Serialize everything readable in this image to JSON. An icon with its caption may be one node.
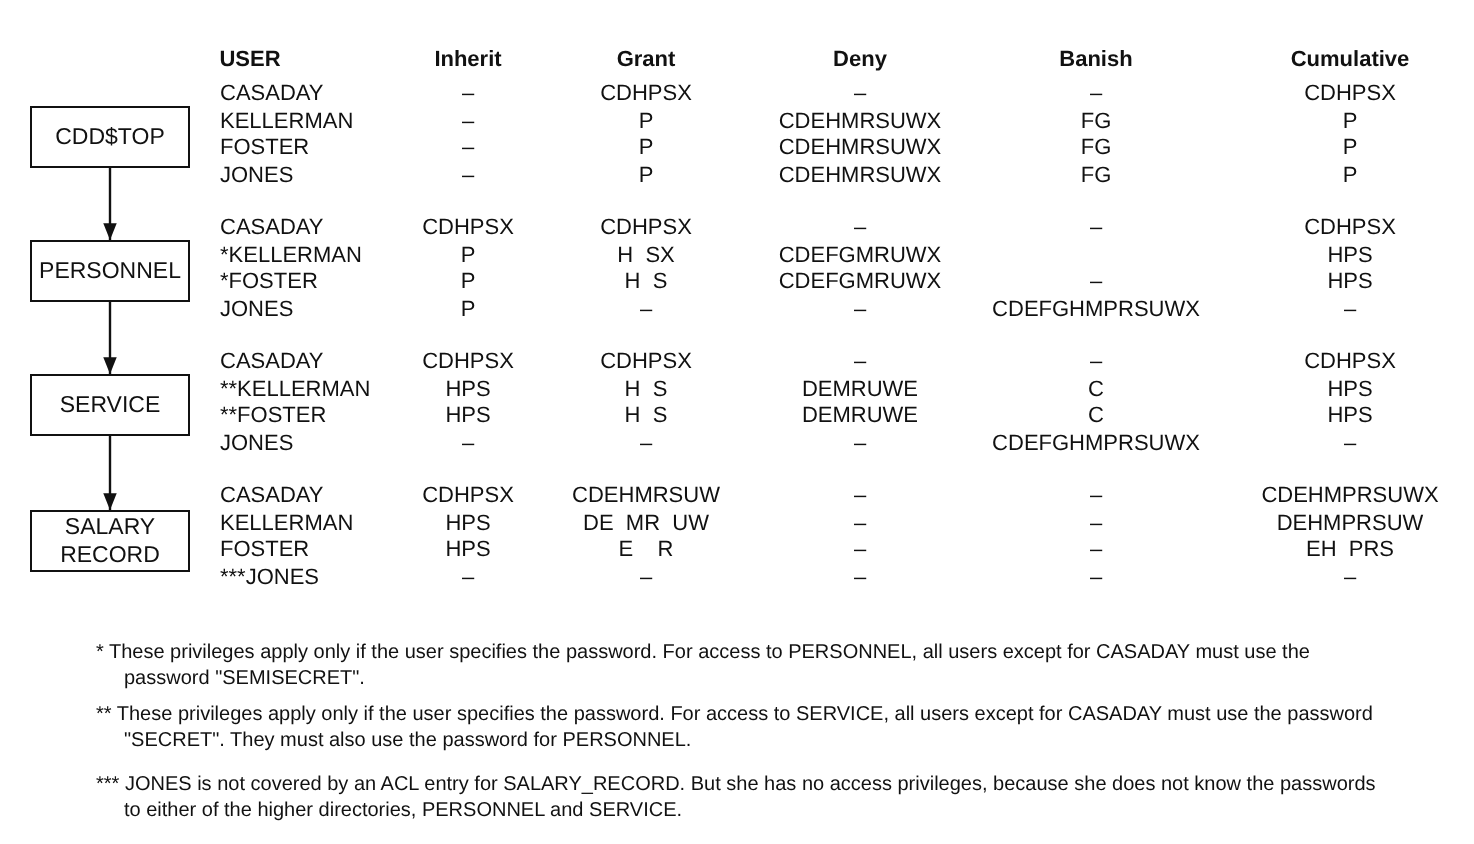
{
  "diagram": {
    "nodes": [
      {
        "text": [
          "CDD$TOP"
        ]
      },
      {
        "text": [
          "PERSONNEL"
        ]
      },
      {
        "text": [
          "SERVICE"
        ]
      },
      {
        "text": [
          "SALARY RECORD"
        ]
      }
    ],
    "edges": [
      {
        "from": 0,
        "to": 1,
        "arrow": "to"
      },
      {
        "from": 1,
        "to": 2,
        "arrow": "to"
      },
      {
        "from": 2,
        "to": 3,
        "arrow": "to"
      }
    ],
    "labels": [
      "USER",
      "Inherit",
      "Grant",
      "Deny",
      "Banish",
      "Cumulative",
      "CASADAY",
      "–",
      "CDHPSX",
      "–",
      "–",
      "CDHPSX",
      "KELLERMAN",
      "–",
      "P",
      "CDEHMRSUWX",
      "FG",
      "P",
      "FOSTER",
      "–",
      "P",
      "CDEHMRSUWX",
      "FG",
      "P",
      "JONES",
      "–",
      "P",
      "CDEHMRSUWX",
      "FG",
      "P",
      "CASADAY",
      "CDHPSX",
      "CDHPSX",
      "–",
      "–",
      "CDHPSX",
      "*KELLERMAN",
      "P",
      "H  SX",
      "CDEFGMRUWX",
      "HPS",
      "*FOSTER",
      "P",
      "H  S",
      "CDEFGMRUWX",
      "–",
      "HPS",
      "JONES",
      "P",
      "–",
      "–",
      "CDEFGHMPRSUWX",
      "–",
      "CASADAY",
      "CDHPSX",
      "CDHPSX",
      "–",
      "–",
      "CDHPSX",
      "**KELLERMAN",
      "HPS",
      "H  S",
      "DEMRUWE",
      "C",
      "HPS",
      "**FOSTER",
      "HPS",
      "H  S",
      "DEMRUWE",
      "C",
      "HPS",
      "JONES",
      "–",
      "–",
      "–",
      "CDEFGHMPRSUWX",
      "–",
      "CASADAY",
      "CDHPSX",
      "CDEHMRSUW",
      "–",
      "–",
      "CDEHMPRSUWX",
      "KELLERMAN",
      "HPS",
      "DE  MR  UW",
      "–",
      "–",
      "DEHMPRSUW",
      "FOSTER",
      "HPS",
      "E    R",
      "–",
      "–",
      "EH  PRS",
      "***JONES",
      "–",
      "–",
      "–",
      "–",
      "–",
      "* These privileges apply only if the user specifies the password. For access to PERSONNEL, all users except for CASADAY must use the password \"SEMISECRET\".",
      "** These privileges apply only if the user specifies the password. For access to SERVICE, all users except for CASADAY must use the password \"SECRET\". They must also use the password for PERSONNEL.",
      "*** JONES is not covered by an ACL entry for SALARY_RECORD. But she has no access privileges, because she does not know the passwords to either of the higher directories, PERSONNEL and SERVICE."
    ]
  }
}
